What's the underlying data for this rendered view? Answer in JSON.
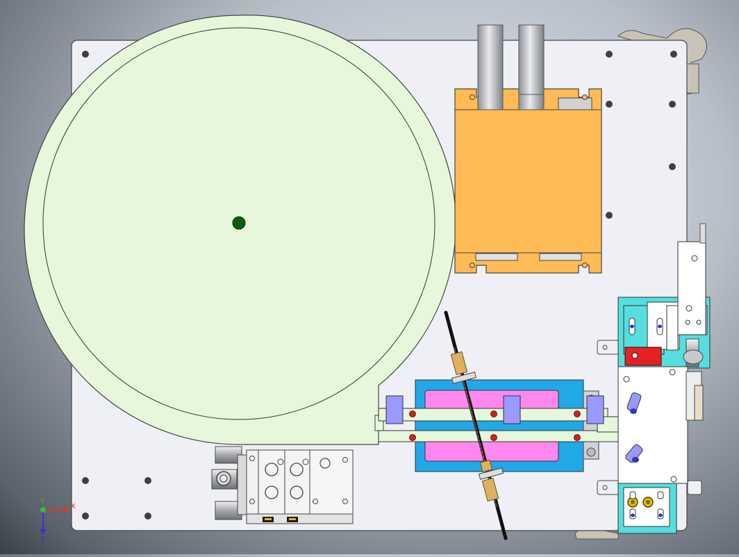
{
  "viewport": {
    "name": "cad-model-viewport",
    "triad_labels": {
      "x": "X",
      "y": "Y",
      "z": "Z"
    }
  },
  "colors": {
    "base_plate": "#eef0f5",
    "bowl_feeder": "#e6f7dc",
    "controller_box": "#ffbb55",
    "slide_base": "#22a8e6",
    "slide_pad": "#ff88ee",
    "clamp_block": "#9999ff",
    "bracket": "#55dede",
    "stop_block": "#e52222",
    "axis_x": "#e53030",
    "axis_y": "#30c030",
    "axis_z": "#3030e0"
  },
  "icons": {
    "triad": "xyz-axis-triad-icon",
    "bowl_hub": "hub-bolt-icon"
  }
}
